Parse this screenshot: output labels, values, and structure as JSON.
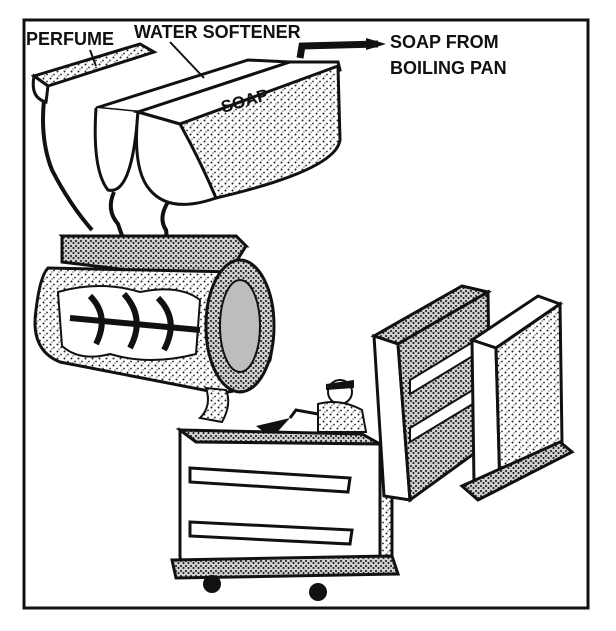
{
  "labels": {
    "perfume": "PERFUME",
    "water_softener": "WATER SOFTENER",
    "soap": "SOAP",
    "soap_from_line1": "SOAP FROM",
    "soap_from_line2": "BOILING PAN"
  },
  "colors": {
    "ink": "#111111",
    "paper": "#ffffff",
    "stipple": "#3a3a3a"
  }
}
